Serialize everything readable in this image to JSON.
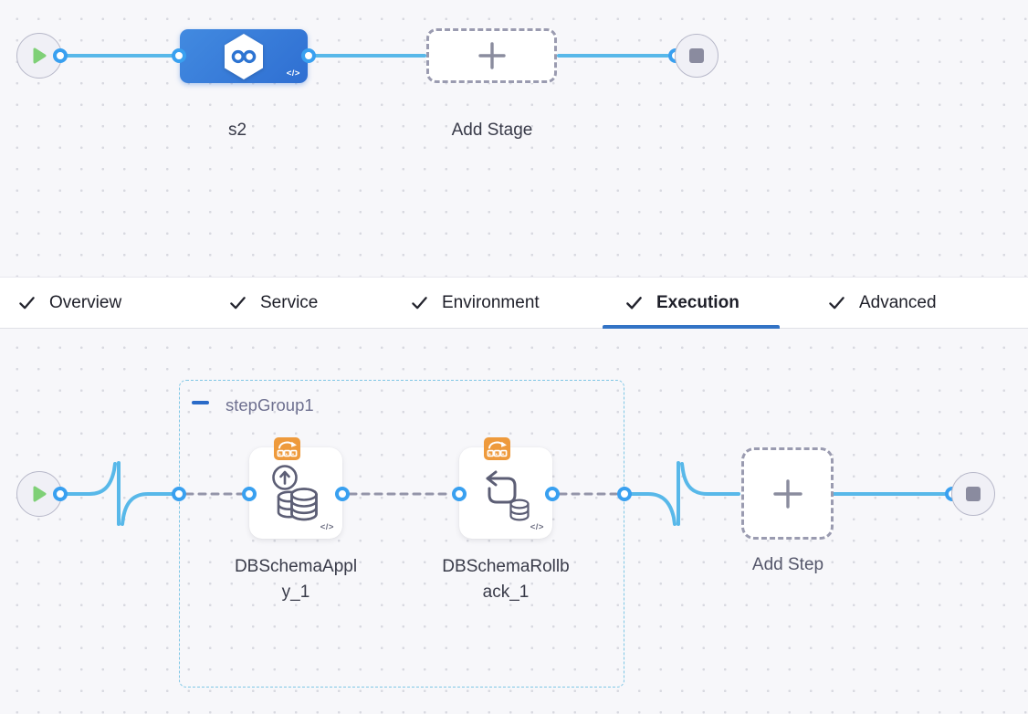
{
  "stage_flow": {
    "stage": {
      "name": "s2"
    },
    "add_stage": {
      "label": "Add Stage"
    },
    "code_icon_text": "</>"
  },
  "tabs": {
    "items": [
      {
        "label": "Overview",
        "checked": true,
        "active": false
      },
      {
        "label": "Service",
        "checked": true,
        "active": false
      },
      {
        "label": "Environment",
        "checked": true,
        "active": false
      },
      {
        "label": "Execution",
        "checked": true,
        "active": true
      },
      {
        "label": "Advanced",
        "checked": true,
        "active": false
      }
    ]
  },
  "execution_flow": {
    "step_group": {
      "name": "stepGroup1"
    },
    "steps": [
      {
        "name": "DBSchemaApply_1",
        "label_line1": "DBSchemaAppl",
        "label_line2": "y_1"
      },
      {
        "name": "DBSchemaRollback_1",
        "label_line1": "DBSchemaRollb",
        "label_line2": "ack_1"
      }
    ],
    "add_step": {
      "label": "Add Step"
    },
    "code_icon_text": "</>"
  },
  "colors": {
    "connector_blue": "#58b8e9",
    "port_blue": "#39a0f0",
    "stage_blue": "#3b80d9",
    "badge_orange": "#ee9a3c",
    "group_border_teal": "#7fc7e5",
    "tab_underline_blue": "#3273c5",
    "play_green": "#7fd077"
  }
}
